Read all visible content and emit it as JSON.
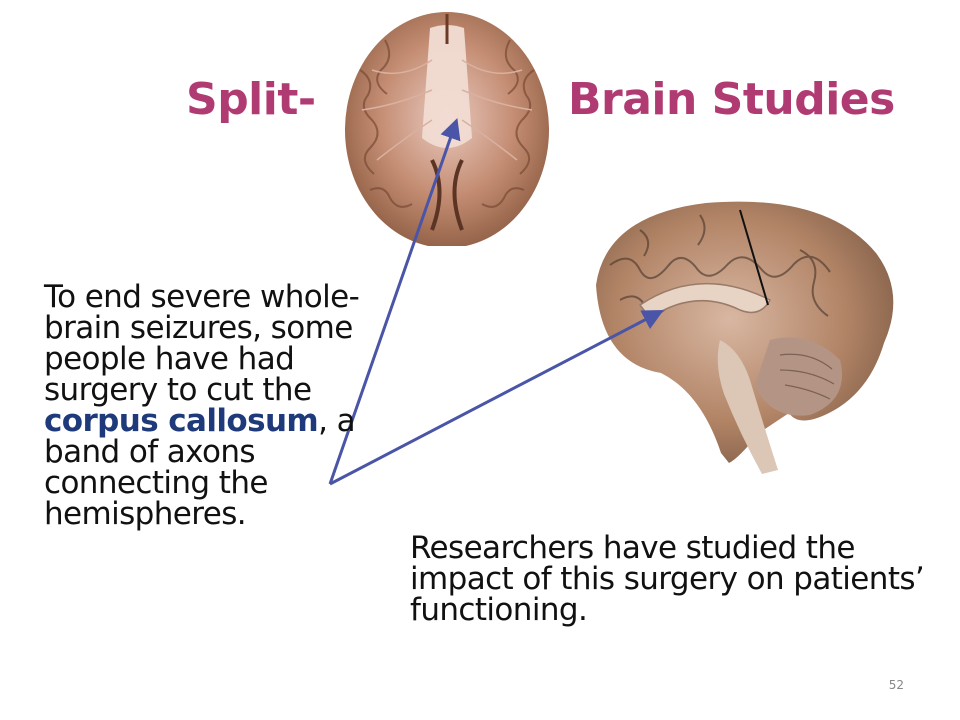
{
  "slide": {
    "title_left": "Split-",
    "title_right": "Brain Studies",
    "body_left": {
      "before": "To end severe whole-brain seizures, some people have had surgery to cut the ",
      "highlight": "corpus callosum",
      "after": ", a band of axons connecting the hemispheres."
    },
    "body_right": "Researchers have studied the impact of this surgery on patients’ functioning.",
    "page_number": "52",
    "colors": {
      "title": "#b03a72",
      "highlight": "#1f3a7a",
      "arrow": "#4a55a8"
    }
  },
  "images": [
    {
      "name": "brain-top-view-image",
      "description_icon": "brain-horizontal-section-icon"
    },
    {
      "name": "brain-sagittal-view-image",
      "description_icon": "brain-sagittal-section-icon"
    }
  ]
}
